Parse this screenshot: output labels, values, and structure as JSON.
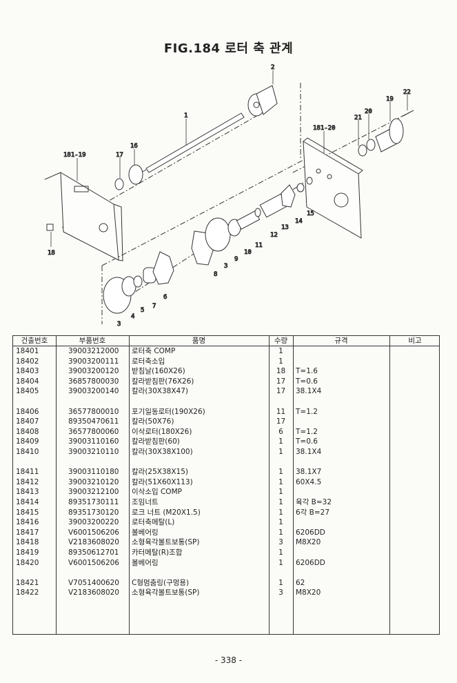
{
  "title": "FIG.184 로터 축 관계",
  "diagram": {
    "labels": {
      "p1": "1",
      "p2": "2",
      "p3a": "3",
      "p3b": "3",
      "p4": "4",
      "p5": "5",
      "p6": "6",
      "p7": "7",
      "p8": "8",
      "p9": "9",
      "p10": "10",
      "p11": "11",
      "p12": "12",
      "p13": "13",
      "p14": "14",
      "p15": "15",
      "p16": "16",
      "p17": "17",
      "p18": "18",
      "p19": "19",
      "p20": "20",
      "p21": "21",
      "p22": "22",
      "left_plate": "181-19",
      "right_plate": "181-20"
    }
  },
  "table": {
    "headers": [
      "건출번호",
      "부품번호",
      "품명",
      "수량",
      "규격",
      "비고"
    ],
    "rows": [
      [
        "18401",
        "39003212000",
        "로터축 COMP",
        "1",
        ""
      ],
      [
        "18402",
        "39003200111",
        "로터축소입",
        "1",
        ""
      ],
      [
        "18403",
        "39003200120",
        "받침날(160X26)",
        "18",
        "T=1.6"
      ],
      [
        "18404",
        "36857800030",
        "칼라받침판(76X26)",
        "17",
        "T=0.6"
      ],
      [
        "18405",
        "39003200140",
        "칼라(30X38X47)",
        "17",
        "38.1X4"
      ],
      null,
      [
        "18406",
        "36577800010",
        "포기일동로터(190X26)",
        "11",
        "T=1.2"
      ],
      [
        "18407",
        "89350470611",
        "칼라(50X76)",
        "17",
        ""
      ],
      [
        "18408",
        "36577800060",
        "이삭로터(180X26)",
        "6",
        "T=1.2"
      ],
      [
        "18409",
        "39003110160",
        "칼라받침판(60)",
        "1",
        "T=0.6"
      ],
      [
        "18410",
        "39003210110",
        "칼라(30X38X100)",
        "1",
        "38.1X4"
      ],
      null,
      [
        "18411",
        "39003110180",
        "칼라(25X38X15)",
        "1",
        "38.1X7"
      ],
      [
        "18412",
        "39003210120",
        "칼라(51X60X113)",
        "1",
        "60X4.5"
      ],
      [
        "18413",
        "39003212100",
        "이삭소입  COMP",
        "1",
        ""
      ],
      [
        "18414",
        "89351730111",
        "조임너트",
        "1",
        "육각 B=32"
      ],
      [
        "18415",
        "89351730120",
        "로크 너트 (M20X1.5)",
        "1",
        "6각 B=27"
      ],
      [
        "18416",
        "39003200220",
        "로터축메탈(L)",
        "1",
        ""
      ],
      [
        "18417",
        "V6001506206",
        "볼베어링",
        "1",
        "6206DD"
      ],
      [
        "18418",
        "V2183608020",
        "소형육각볼트보통(SP)",
        "3",
        "M8X20"
      ],
      [
        "18419",
        "89350612701",
        "카터메탈(R)조합",
        "1",
        ""
      ],
      [
        "18420",
        "V6001506206",
        "볼베어링",
        "1",
        "6206DD"
      ],
      null,
      [
        "18421",
        "V7051400620",
        "C형멈춤링(구멍용)",
        "1",
        "62"
      ],
      [
        "18422",
        "V2183608020",
        "소형육각볼트보통(SP)",
        "3",
        "M8X20"
      ]
    ]
  },
  "page_number": "- 338 -"
}
